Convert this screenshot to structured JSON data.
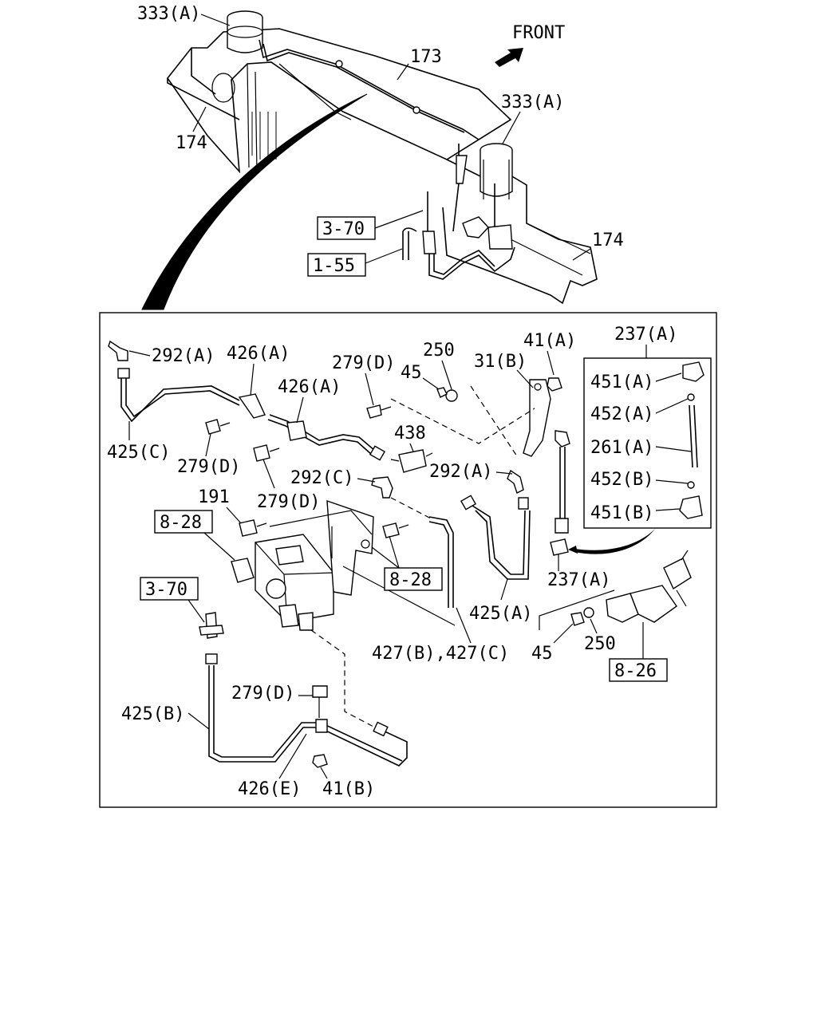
{
  "orientation_label": "FRONT",
  "overview_labels": {
    "l333a_top": "333(A)",
    "l173": "173",
    "l333a_right": "333(A)",
    "l174_left": "174",
    "l174_right": "174"
  },
  "overview_refs": {
    "r370": "3-70",
    "r155": "1-55"
  },
  "detail_labels": {
    "l292a_1": "292(A)",
    "l426a_1": "426(A)",
    "l279d_1": "279(D)",
    "l250_1": "250",
    "l41a": "41(A)",
    "l237a_top": "237(A)",
    "l426a_2": "426(A)",
    "l45_1": "45",
    "l31b": "31(B)",
    "l451a": "451(A)",
    "l452a": "452(A)",
    "l261a": "261(A)",
    "l452b": "452(B)",
    "l451b": "451(B)",
    "l425c": "425(C)",
    "l279d_2": "279(D)",
    "l438": "438",
    "l292c": "292(C)",
    "l292a_2": "292(A)",
    "l191": "191",
    "l279d_3": "279(D)",
    "l237a_mid": "237(A)",
    "l425a": "425(A)",
    "l427": "427(B),427(C)",
    "l45_2": "45",
    "l250_2": "250",
    "l279d_4": "279(D)",
    "l425b": "425(B)",
    "l426e": "426(E)",
    "l41b": "41(B)"
  },
  "detail_refs": {
    "r828_left": "8-28",
    "r828_mid": "8-28",
    "r370": "3-70",
    "r826": "8-26"
  }
}
